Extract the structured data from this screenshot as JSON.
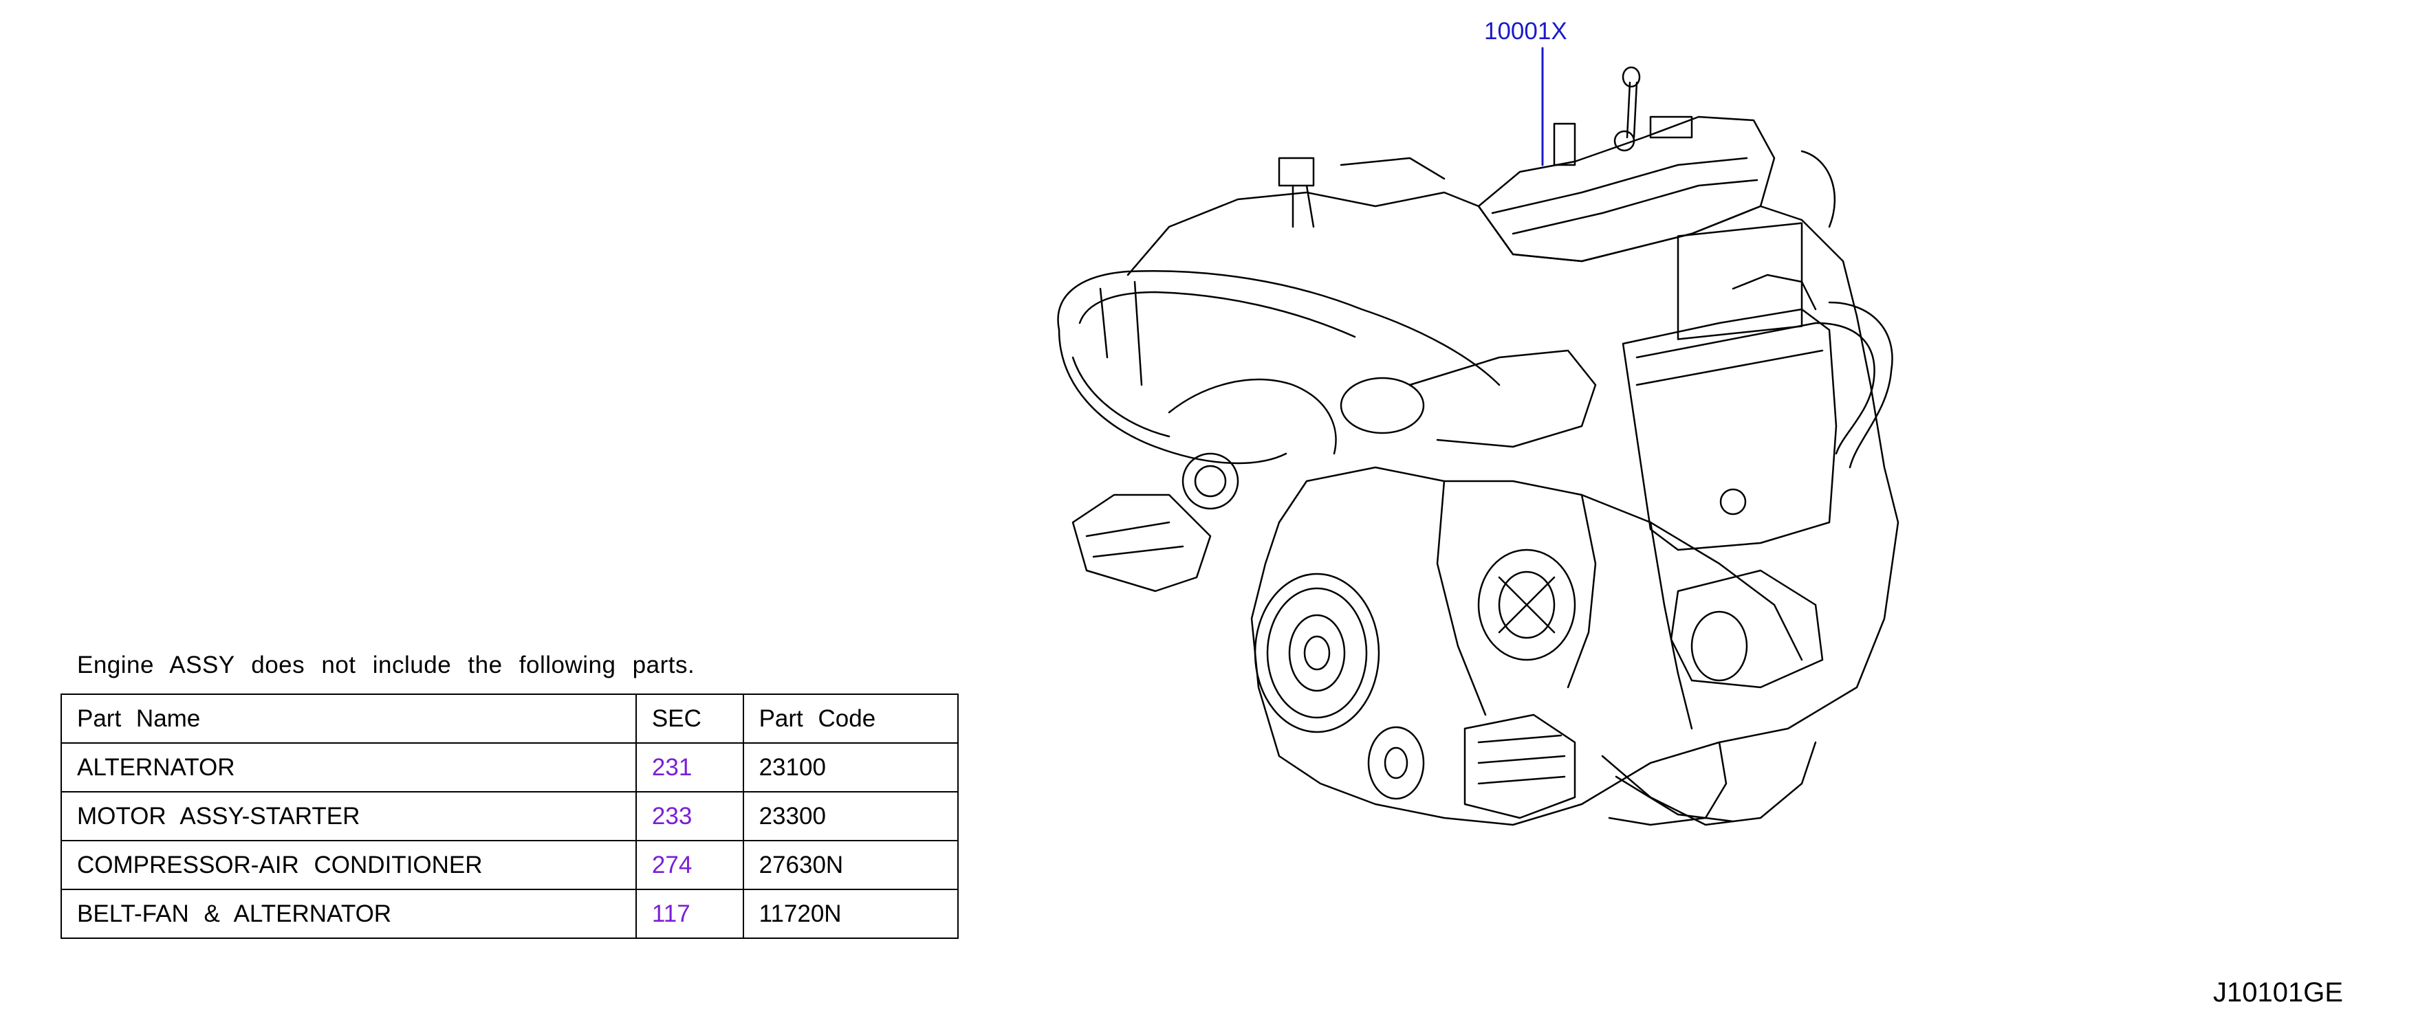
{
  "diagram": {
    "callout_part_number": "10001X",
    "figure_code": "J10101GE"
  },
  "note": "Engine ASSY does not include the following parts.",
  "table": {
    "headers": [
      "Part Name",
      "SEC",
      "Part Code"
    ],
    "rows": [
      {
        "name": "ALTERNATOR",
        "sec": "231",
        "code": "23100"
      },
      {
        "name": "MOTOR ASSY-STARTER",
        "sec": "233",
        "code": "23300"
      },
      {
        "name": "COMPRESSOR-AIR CONDITIONER",
        "sec": "274",
        "code": "27630N"
      },
      {
        "name": "BELT-FAN & ALTERNATOR",
        "sec": "117",
        "code": "11720N"
      }
    ]
  },
  "colors": {
    "callout": "#1a1acc",
    "sec_link": "#7a1fd6",
    "line": "#000000"
  }
}
